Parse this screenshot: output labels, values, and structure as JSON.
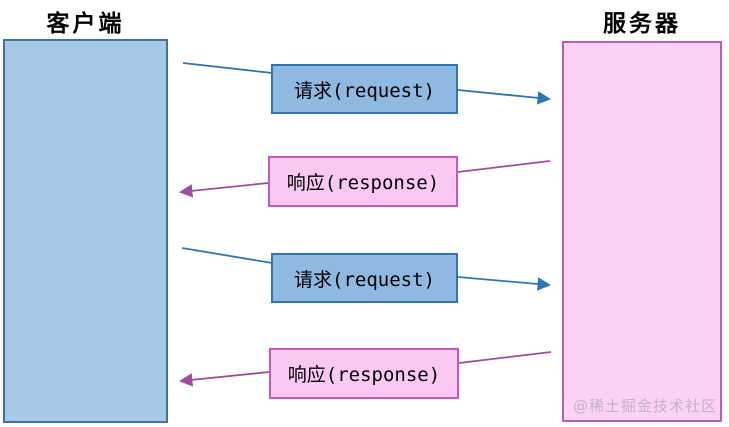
{
  "diagram": {
    "client": {
      "title": "客户端"
    },
    "server": {
      "title": "服务器"
    },
    "messages": [
      {
        "type": "request",
        "label": "请求(request)",
        "direction": "client-to-server"
      },
      {
        "type": "response",
        "label": "响应(response)",
        "direction": "server-to-client"
      },
      {
        "type": "request",
        "label": "请求(request)",
        "direction": "client-to-server"
      },
      {
        "type": "response",
        "label": "响应(response)",
        "direction": "server-to-client"
      }
    ],
    "watermark": "@稀土掘金技术社区",
    "colors": {
      "background": "#ffffff",
      "text": "#000000",
      "client_fill": "#a6c9e8",
      "client_border": "#41719c",
      "server_fill": "#fbd2f3",
      "server_border": "#b95cb5",
      "request_label_fill": "#8fb9e0",
      "request_label_border": "#2e75b6",
      "request_arrow": "#2e75b6",
      "response_label_fill": "#fac9f1",
      "response_label_border": "#c757c0",
      "response_arrow": "#9e4d9e",
      "watermark_text": "#c2b3c3"
    }
  }
}
